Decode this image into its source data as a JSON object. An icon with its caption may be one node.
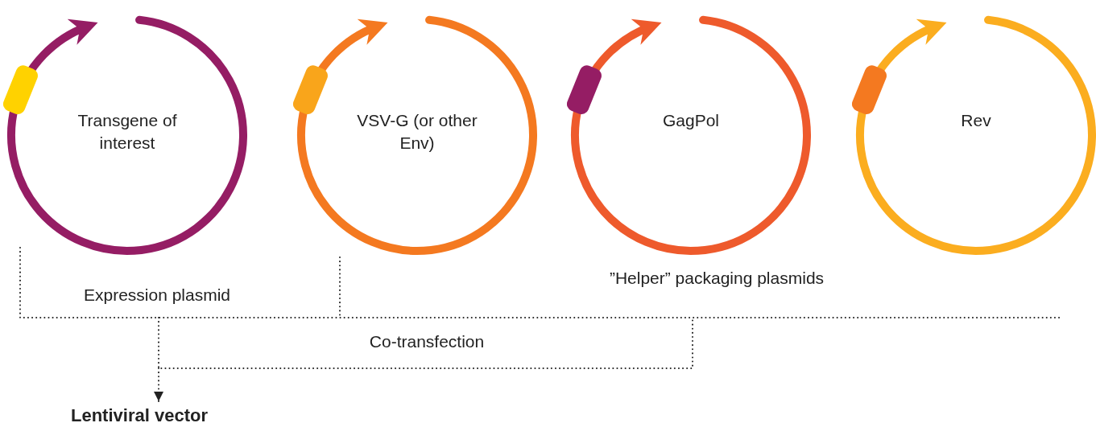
{
  "diagram": {
    "nodes": [
      {
        "text": [
          "Transgene of interest"
        ]
      },
      {
        "text": [
          "VSV-G (or other Env)"
        ]
      },
      {
        "text": [
          "GagPol"
        ]
      },
      {
        "text": [
          "Rev"
        ]
      },
      {
        "text": [
          "Lentiviral vector"
        ]
      }
    ],
    "edges": [
      {
        "from": null,
        "to": 4,
        "arrow": "to",
        "style": "dashed"
      }
    ],
    "labels": [
      "Expression plasmid",
      "”Helper” packaging plasmids",
      "Co-transfection"
    ]
  }
}
